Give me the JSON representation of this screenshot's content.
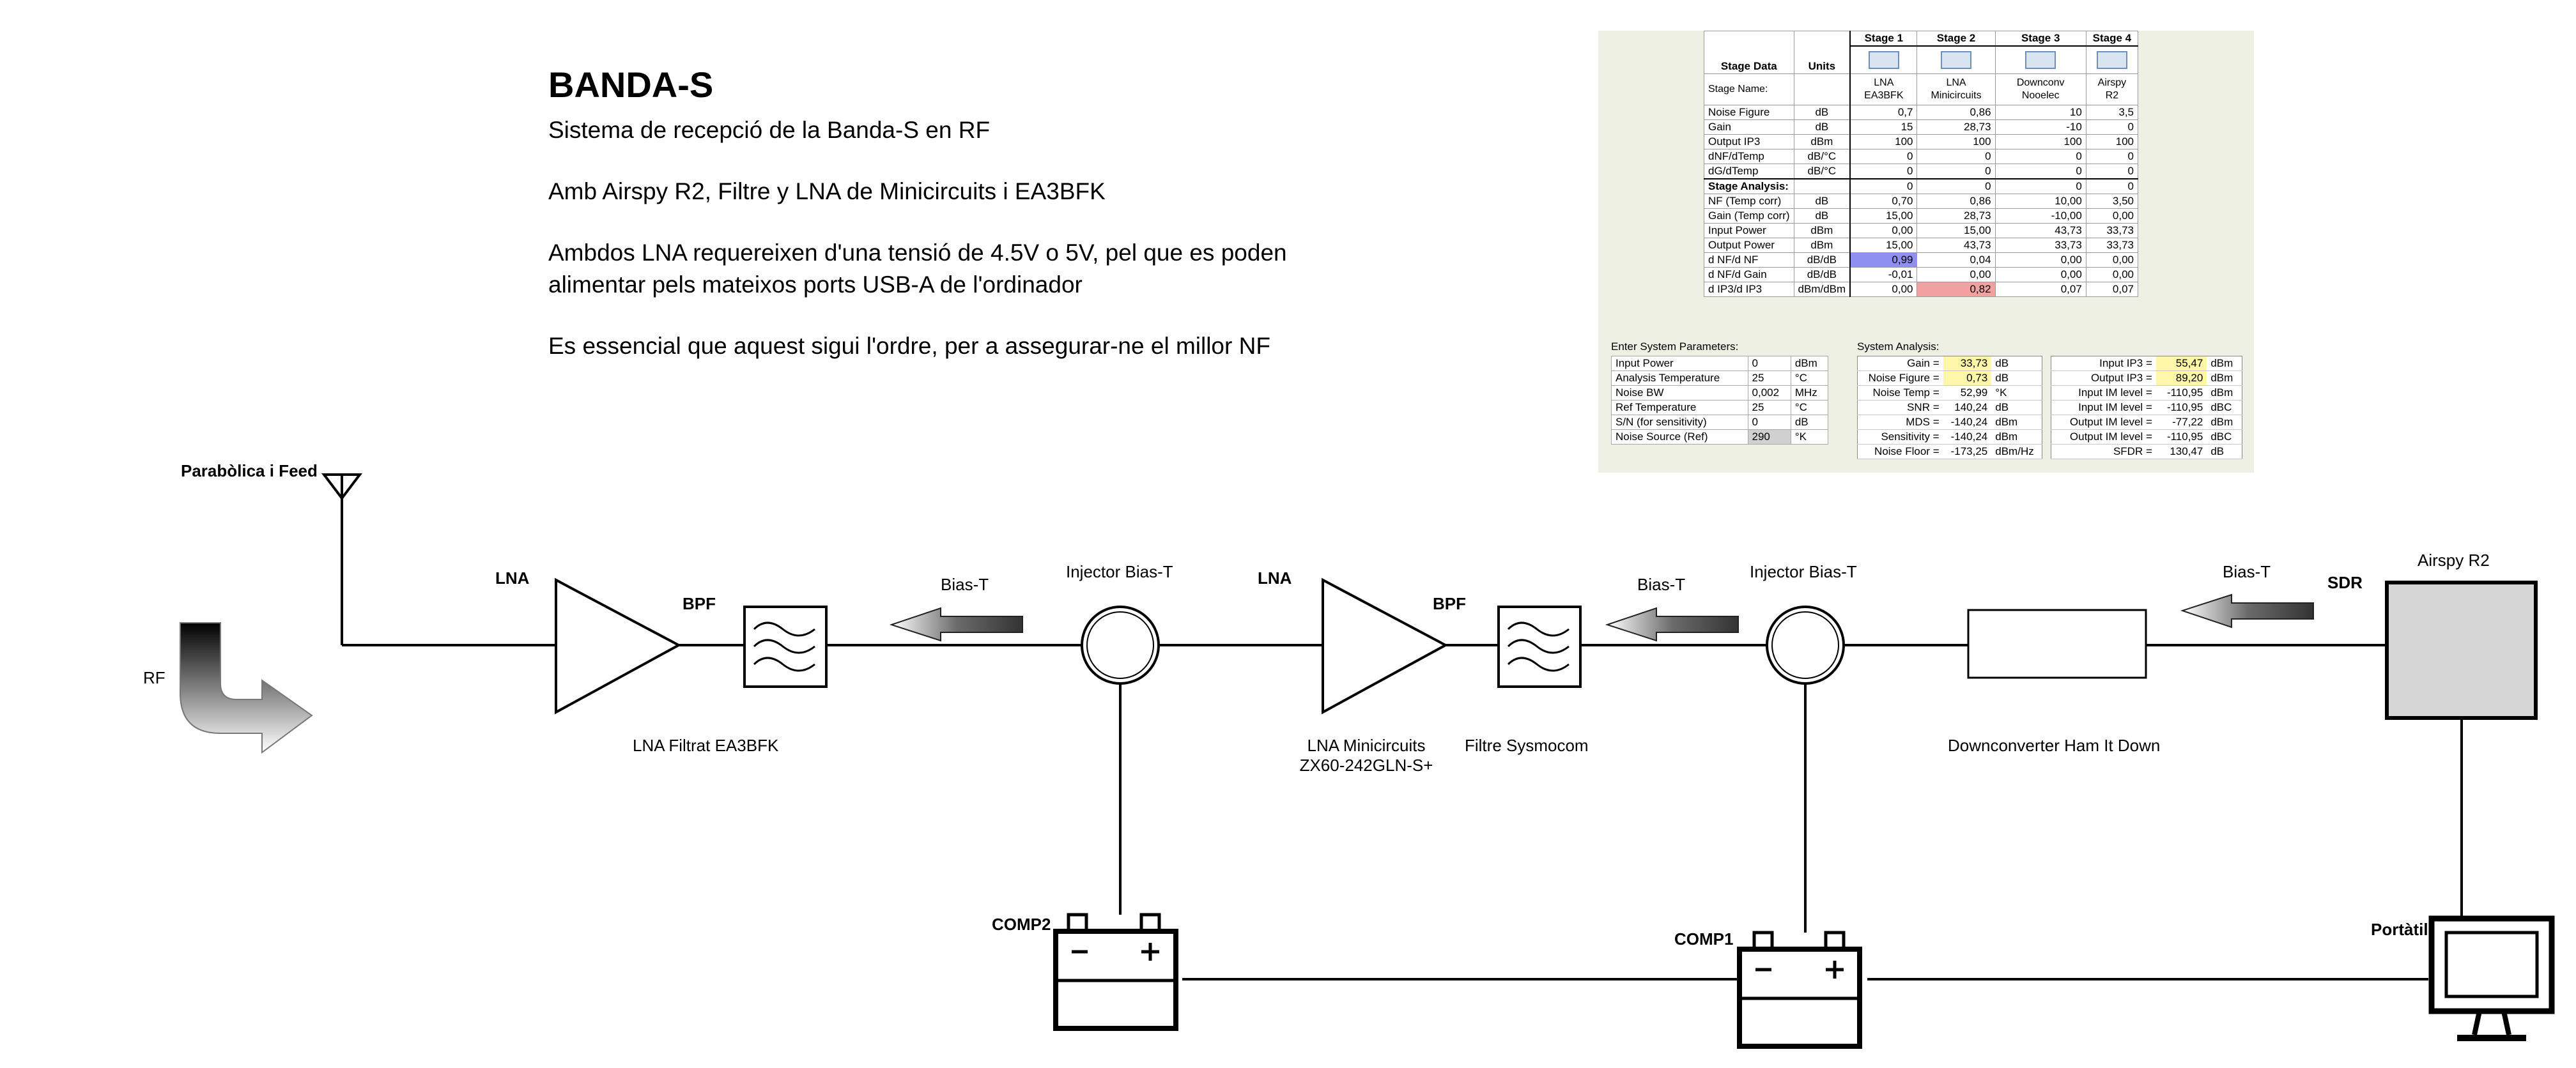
{
  "header": {
    "title": "BANDA-S",
    "paragraphs": [
      "Sistema de recepció de la Banda-S en RF",
      "Amb Airspy R2, Filtre y LNA de Minicircuits i EA3BFK",
      "Ambdos LNA requereixen d'una tensió de 4.5V o 5V, pel que es poden alimentar pels mateixos ports USB-A de l'ordinador",
      "Es essencial que aquest sigui l'ordre, per a assegurar-ne el millor NF"
    ]
  },
  "sheet": {
    "col_stage_data": "Stage Data",
    "col_units": "Units",
    "stages": [
      "Stage 1",
      "Stage 2",
      "Stage 3",
      "Stage 4"
    ],
    "stage_name_label": "Stage Name:",
    "stage_names": [
      "LNA EA3BFK",
      "LNA Minicircuits",
      "Downconv Nooelec",
      "Airspy R2"
    ],
    "rows": [
      {
        "label": "Noise Figure",
        "unit": "dB",
        "v": [
          "0,7",
          "0,86",
          "10",
          "3,5"
        ]
      },
      {
        "label": "Gain",
        "unit": "dB",
        "v": [
          "15",
          "28,73",
          "-10",
          "0"
        ]
      },
      {
        "label": "Output IP3",
        "unit": "dBm",
        "v": [
          "100",
          "100",
          "100",
          "100"
        ]
      },
      {
        "label": "dNF/dTemp",
        "unit": "dB/°C",
        "v": [
          "0",
          "0",
          "0",
          "0"
        ]
      },
      {
        "label": "dG/dTemp",
        "unit": "dB/°C",
        "v": [
          "0",
          "0",
          "0",
          "0"
        ]
      }
    ],
    "analysis_label": "Stage Analysis:",
    "analysis_top": [
      "0",
      "0",
      "0",
      "0"
    ],
    "analysis_rows": [
      {
        "label": "NF (Temp corr)",
        "unit": "dB",
        "v": [
          "0,70",
          "0,86",
          "10,00",
          "3,50"
        ]
      },
      {
        "label": "Gain (Temp corr)",
        "unit": "dB",
        "v": [
          "15,00",
          "28,73",
          "-10,00",
          "0,00"
        ]
      },
      {
        "label": "Input Power",
        "unit": "dBm",
        "v": [
          "0,00",
          "15,00",
          "43,73",
          "33,73"
        ]
      },
      {
        "label": "Output Power",
        "unit": "dBm",
        "v": [
          "15,00",
          "43,73",
          "33,73",
          "33,73"
        ]
      },
      {
        "label": "d NF/d NF",
        "unit": "dB/dB",
        "v": [
          "0,99",
          "0,04",
          "0,00",
          "0,00"
        ]
      },
      {
        "label": "d NF/d Gain",
        "unit": "dB/dB",
        "v": [
          "-0,01",
          "0,00",
          "0,00",
          "0,00"
        ]
      },
      {
        "label": "d IP3/d IP3",
        "unit": "dBm/dBm",
        "v": [
          "0,00",
          "0,82",
          "0,07",
          "0,07"
        ]
      }
    ],
    "params_title": "Enter System Parameters:",
    "params": [
      {
        "label": "Input Power",
        "value": "0",
        "unit": "dBm"
      },
      {
        "label": "Analysis Temperature",
        "value": "25",
        "unit": "°C"
      },
      {
        "label": "Noise BW",
        "value": "0,002",
        "unit": "MHz"
      },
      {
        "label": "Ref Temperature",
        "value": "25",
        "unit": "°C"
      },
      {
        "label": "S/N (for sensitivity)",
        "value": "0",
        "unit": "dB"
      },
      {
        "label": "Noise Source (Ref)",
        "value": "290",
        "unit": "°K"
      }
    ],
    "analysis_title": "System Analysis:",
    "sys_a": [
      {
        "label": "Gain =",
        "value": "33,73",
        "unit": "dB"
      },
      {
        "label": "Noise Figure =",
        "value": "0,73",
        "unit": "dB"
      },
      {
        "label": "Noise Temp =",
        "value": "52,99",
        "unit": "°K"
      },
      {
        "label": "SNR =",
        "value": "140,24",
        "unit": "dB"
      },
      {
        "label": "MDS =",
        "value": "-140,24",
        "unit": "dBm"
      },
      {
        "label": "Sensitivity =",
        "value": "-140,24",
        "unit": "dBm"
      },
      {
        "label": "Noise Floor =",
        "value": "-173,25",
        "unit": "dBm/Hz"
      }
    ],
    "sys_b": [
      {
        "label": "Input IP3 =",
        "value": "55,47",
        "unit": "dBm"
      },
      {
        "label": "Output IP3 =",
        "value": "89,20",
        "unit": "dBm"
      },
      {
        "label": "Input IM level =",
        "value": "-110,95",
        "unit": "dBm"
      },
      {
        "label": "Input IM level =",
        "value": "-110,95",
        "unit": "dBC"
      },
      {
        "label": "Output IM level =",
        "value": "-77,22",
        "unit": "dBm"
      },
      {
        "label": "Output IM level =",
        "value": "-110,95",
        "unit": "dBC"
      },
      {
        "label": "SFDR =",
        "value": "130,47",
        "unit": "dB"
      }
    ]
  },
  "diagram": {
    "antenna": "Parabòlica i Feed",
    "rf": "RF",
    "lna1": "LNA",
    "bpf1": "BPF",
    "lna1_caption": "LNA Filtrat EA3BFK",
    "biast1": "Bias-T",
    "injector1": "Injector Bias-T",
    "lna2": "LNA",
    "bpf2": "BPF",
    "lna2_caption_1": "LNA Minicircuits",
    "lna2_caption_2": "ZX60-242GLN-S+",
    "filter_caption": "Filtre Sysmocom",
    "biast2": "Bias-T",
    "injector2": "Injector Bias-T",
    "downconverter": "Downconverter Ham It Down",
    "biast3": "Bias-T",
    "sdr": "SDR",
    "airspy": "Airspy R2",
    "comp2": "COMP2",
    "comp1": "COMP1",
    "laptop": "Portàtil"
  },
  "colors": {
    "sdr_fill": "#d6d6d6",
    "sheet_bg": "#eef0e3",
    "highlight_blue": "#8f8ff0",
    "highlight_red": "#f2a0a0",
    "highlight_yellow": "#fff6a8"
  }
}
